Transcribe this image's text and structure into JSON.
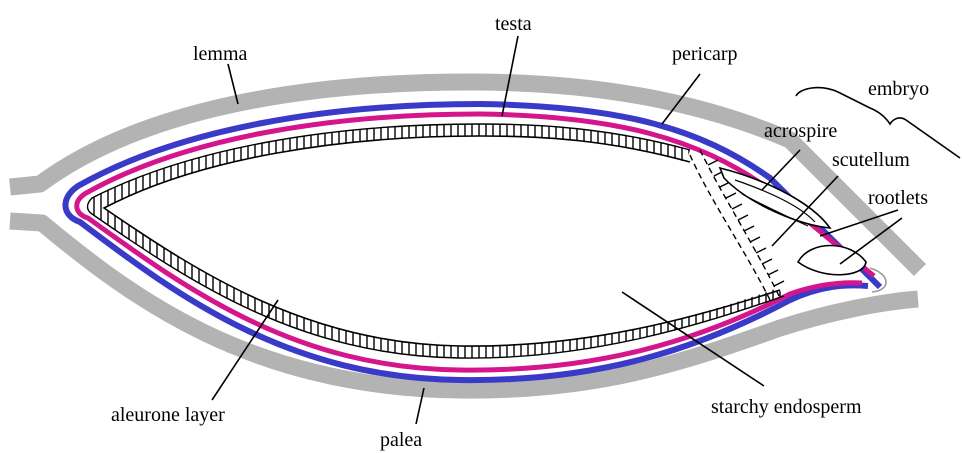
{
  "labels": {
    "lemma": "lemma",
    "testa": "testa",
    "pericarp": "pericarp",
    "embryo": "embryo",
    "acrospire": "acrospire",
    "scutellum": "scutellum",
    "rootlets": "rootlets",
    "aleurone_layer": "aleurone layer",
    "starchy_endosperm": "starchy endosperm",
    "palea": "palea"
  },
  "colors": {
    "husk": "#b3b3b3",
    "pericarp": "#3a3ac8",
    "testa": "#d4158c",
    "line": "#000000",
    "faint": "#9a9a9a"
  }
}
